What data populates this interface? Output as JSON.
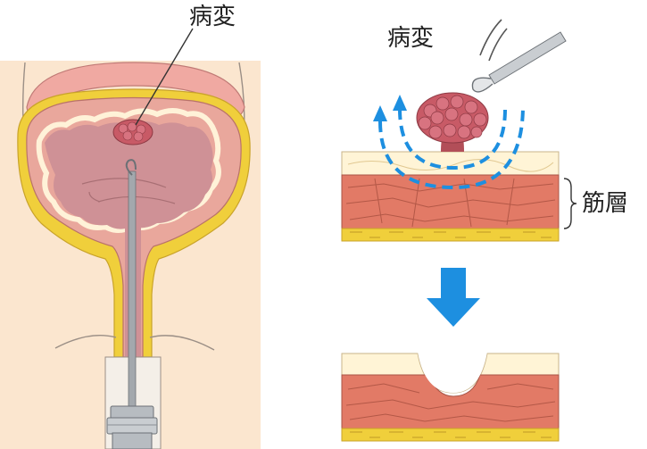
{
  "labels": {
    "lesion_left": "病変",
    "lesion_right": "病変",
    "muscle_layer": "筋層"
  },
  "colors": {
    "background_skin": "#fbe6cf",
    "bladder_wall": "#e9a79c",
    "bladder_lumen": "#cf9196",
    "fat_yellow": "#f0cf3b",
    "mucosa_cream": "#fff4d6",
    "muscle_red": "#e27a66",
    "tumor": "#c85a66",
    "arrow_blue": "#1d8fe0",
    "instrument_gray": "#9aa0a6"
  }
}
